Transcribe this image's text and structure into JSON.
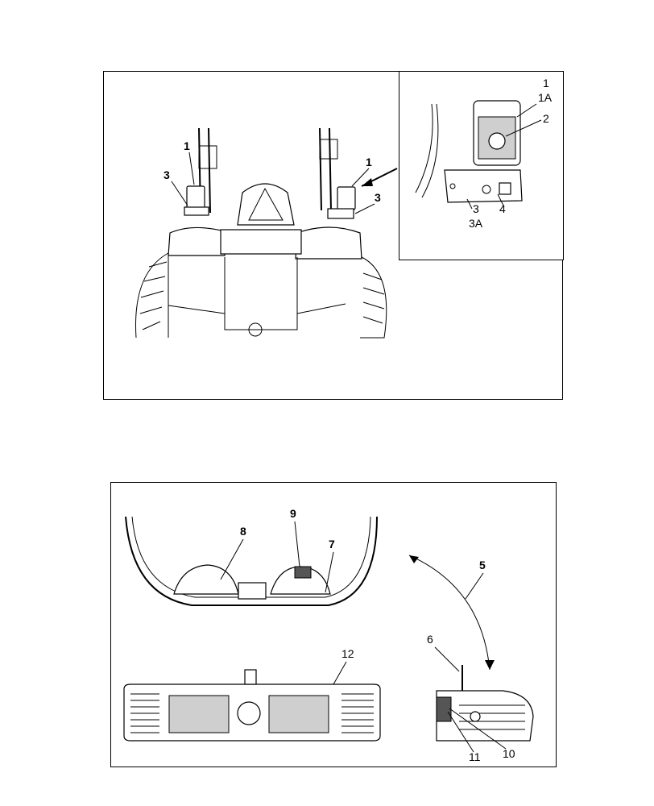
{
  "top_figure": {
    "callouts": {
      "left_lamp": "1",
      "left_bracket": "3",
      "right_lamp": "1",
      "right_bracket": "3"
    },
    "inset_callouts": {
      "lamp": "1",
      "lamp_alt": "1A",
      "bulb": "2",
      "bracket": "3",
      "bracket_alt": "3A",
      "socket": "4"
    }
  },
  "bottom_figure": {
    "callouts": {
      "swing": "5",
      "clip": "6",
      "housing": "7",
      "headlamp": "8",
      "connector": "9",
      "screw": "10",
      "nut": "11",
      "grille": "12"
    }
  }
}
